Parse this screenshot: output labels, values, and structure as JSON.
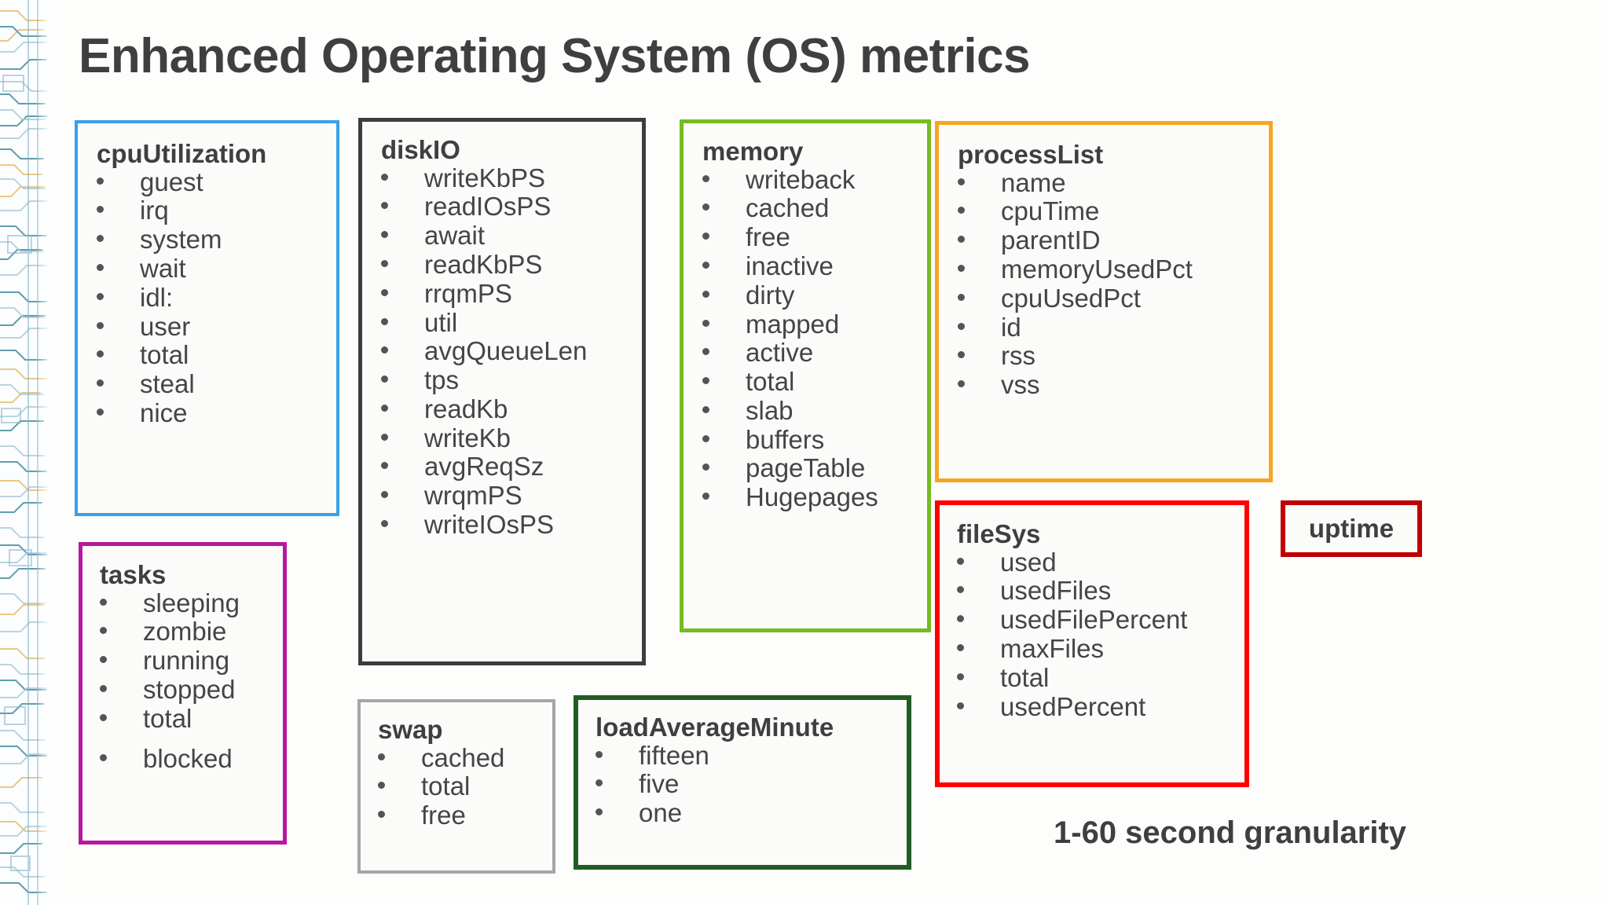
{
  "title": "Enhanced Operating System (OS) metrics",
  "footer_note": "1-60 second granularity",
  "uptime": {
    "label": "uptime",
    "border_color": "#c00000"
  },
  "cards": [
    {
      "key": "cpuUtilization",
      "title": "cpuUtilization",
      "border_color": "#38a0ea",
      "items": [
        "guest",
        "irq",
        "system",
        "wait",
        "idl:",
        "user",
        "total",
        "steal",
        "nice"
      ]
    },
    {
      "key": "tasks",
      "title": "tasks",
      "border_color": "#b6189f",
      "items": [
        "sleeping",
        "zombie",
        "running",
        "stopped",
        "total",
        "blocked"
      ]
    },
    {
      "key": "diskIO",
      "title": "diskIO",
      "border_color": "#3d3d3d",
      "items": [
        "writeKbPS",
        "readIOsPS",
        "await",
        "readKbPS",
        "rrqmPS",
        "util",
        "avgQueueLen",
        "tps",
        "readKb",
        "writeKb",
        "avgReqSz",
        "wrqmPS",
        "writeIOsPS"
      ]
    },
    {
      "key": "swap",
      "title": "swap",
      "border_color": "#a6a6a6",
      "items": [
        "cached",
        "total",
        "free"
      ]
    },
    {
      "key": "memory",
      "title": "memory",
      "border_color": "#76bc21",
      "items": [
        "writeback",
        "cached",
        "free",
        "inactive",
        "dirty",
        "mapped",
        "active",
        "total",
        "slab",
        "buffers",
        "pageTable",
        "Hugepages"
      ]
    },
    {
      "key": "loadAverageMinute",
      "title": "loadAverageMinute",
      "border_color": "#235b23",
      "items": [
        "fifteen",
        "five",
        "one"
      ]
    },
    {
      "key": "processList",
      "title": "processList",
      "border_color": "#f5a623",
      "items": [
        "name",
        "cpuTime",
        "parentID",
        "memoryUsedPct",
        "cpuUsedPct",
        "id",
        "rss",
        "vss"
      ]
    },
    {
      "key": "fileSys",
      "title": "fileSys",
      "border_color": "#ff0000",
      "items": [
        "used",
        "usedFiles",
        "usedFilePercent",
        "maxFiles",
        "total",
        "usedPercent"
      ]
    }
  ]
}
